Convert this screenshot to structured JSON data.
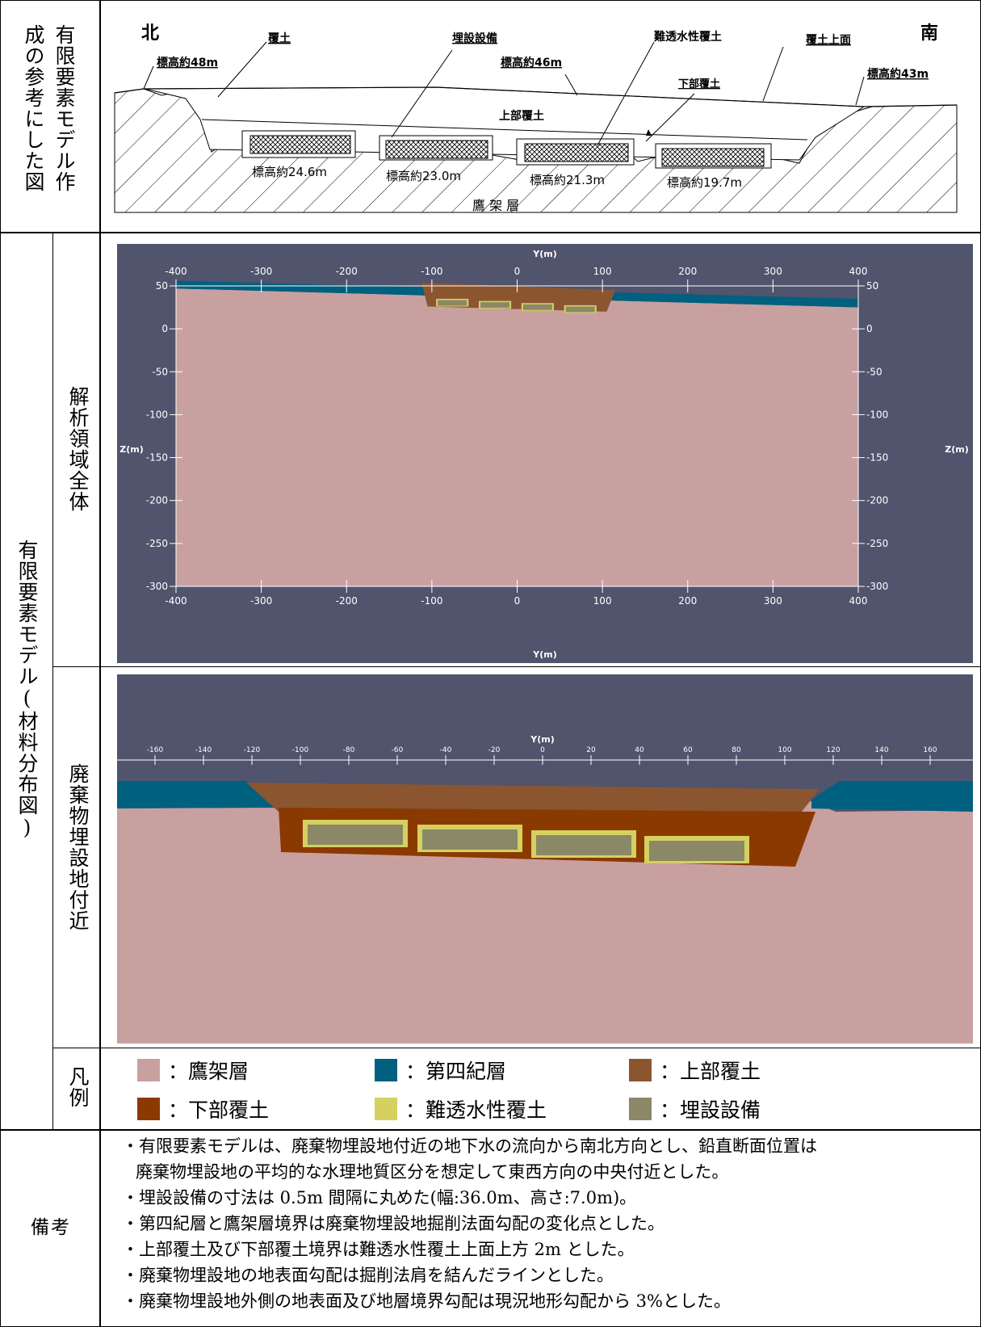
{
  "row_labels": {
    "reference": "有限要素モデル作成の参考にした図",
    "reference_col1": "成の参考にした図",
    "reference_col2": "有限要素モデル作",
    "fem_model": "有限要素モデル(材料分布図)",
    "full_domain": "解析領域全体",
    "near_site": "廃棄物埋設地付近",
    "legend": "凡例",
    "remarks": "備考"
  },
  "reference_diagram": {
    "north": "北",
    "south": "南",
    "labels": {
      "cover_soil": "覆土",
      "buried_facility": "埋設設備",
      "low_perm_cover": "難透水性覆土",
      "cover_top": "覆土上面",
      "elev_48": "標高約48m",
      "elev_46": "標高約46m",
      "elev_43": "標高約43m",
      "lower_cover": "下部覆土",
      "upper_cover": "上部覆土",
      "elev_24_6": "標高約24.6m",
      "elev_23_0": "標高約23.0m",
      "elev_21_3": "標高約21.3m",
      "elev_19_7": "標高約19.7m",
      "takanosu": "鷹 架 層"
    }
  },
  "full_domain_plot": {
    "x_axis_label": "Y(m)",
    "z_axis_label": "Z(m)",
    "x_ticks": [
      "-400",
      "-300",
      "-200",
      "-100",
      "0",
      "100",
      "200",
      "300",
      "400"
    ],
    "z_ticks": [
      "50",
      "0",
      "-50",
      "-100",
      "-150",
      "-200",
      "-250",
      "-300"
    ],
    "x_range": [
      -400,
      400
    ],
    "z_range": [
      -300,
      50
    ]
  },
  "near_site_plot": {
    "x_axis_label": "Y(m)",
    "x_ticks": [
      "-160",
      "-140",
      "-120",
      "-100",
      "-80",
      "-60",
      "-40",
      "-20",
      "0",
      "20",
      "40",
      "60",
      "80",
      "100",
      "120",
      "140",
      "160"
    ]
  },
  "colors": {
    "takanosu": "#c9a0a0",
    "quaternary": "#00607f",
    "upper_cover": "#8b5530",
    "lower_cover": "#8a3a00",
    "low_perm_cover": "#d6d060",
    "facility": "#8a8866",
    "plot_bg": "#50546c"
  },
  "legend": [
    {
      "label": "：鷹架層",
      "color": "#c9a0a0"
    },
    {
      "label": "：第四紀層",
      "color": "#00607f"
    },
    {
      "label": "：上部覆土",
      "color": "#8b5530"
    },
    {
      "label": "：下部覆土",
      "color": "#8a3a00"
    },
    {
      "label": "：難透水性覆土",
      "color": "#d6d060"
    },
    {
      "label": "：埋設設備",
      "color": "#8a8866"
    }
  ],
  "remarks": [
    "・有限要素モデルは、廃棄物埋設地付近の地下水の流向から南北方向とし、鉛直断面位置は",
    "廃棄物埋設地の平均的な水理地質区分を想定して東西方向の中央付近とした。",
    "・埋設設備の寸法は 0.5m 間隔に丸めた(幅:36.0m、高さ:7.0m)。",
    "・第四紀層と鷹架層境界は廃棄物埋設地掘削法面勾配の変化点とした。",
    "・上部覆土及び下部覆土境界は難透水性覆土上面上方 2m とした。",
    "・廃棄物埋設地の地表面勾配は掘削法肩を結んだラインとした。",
    "・廃棄物埋設地外側の地表面及び地層境界勾配は現況地形勾配から 3%とした。"
  ]
}
